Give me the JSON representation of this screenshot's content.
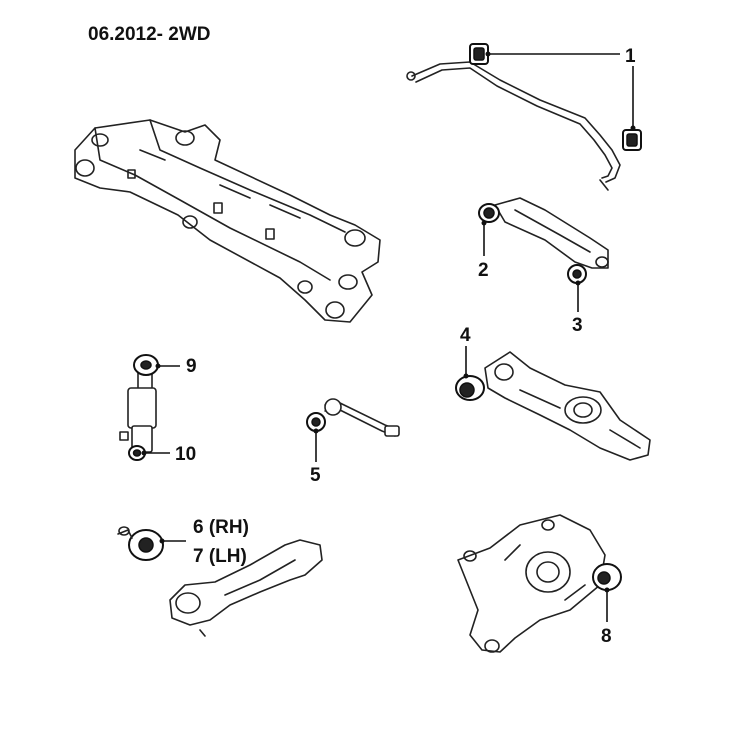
{
  "title": "06.2012- 2WD",
  "callouts": {
    "c1": "1",
    "c2": "2",
    "c3": "3",
    "c4": "4",
    "c5": "5",
    "c6": "6 (RH)",
    "c7": "7 (LH)",
    "c8": "8",
    "c9": "9",
    "c10": "10"
  }
}
